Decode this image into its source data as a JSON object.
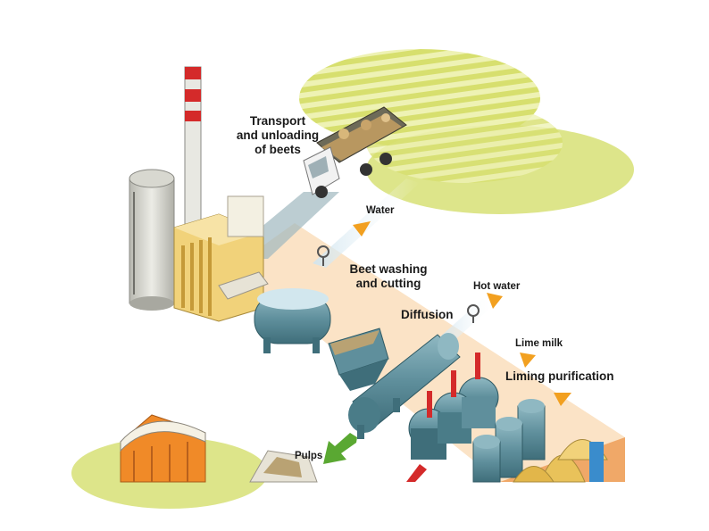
{
  "labels": {
    "transport": [
      "Transport",
      "and unloading",
      "of beets"
    ],
    "water": "Water",
    "washing": [
      "Beet washing",
      "and cutting"
    ],
    "hot_water": "Hot water",
    "diffusion": "Diffusion",
    "lime_milk": "Lime milk",
    "liming": "Liming purification",
    "pulps": "Pulps"
  },
  "colors": {
    "field": "#d9e27a",
    "ground": "#fbe3c6",
    "ground_edge": "#f0a868",
    "tank": "#5f8f9c",
    "tank_dark": "#3f6e7a",
    "flow_arrow": "#f2a020",
    "pulp_arrow": "#5aa832",
    "chimney_red": "#d42a2a",
    "silo": "#dcdcd4",
    "building_yellow": "#e9c25a"
  },
  "icons": [
    "truck-icon",
    "valve-icon",
    "arrow-icon"
  ]
}
